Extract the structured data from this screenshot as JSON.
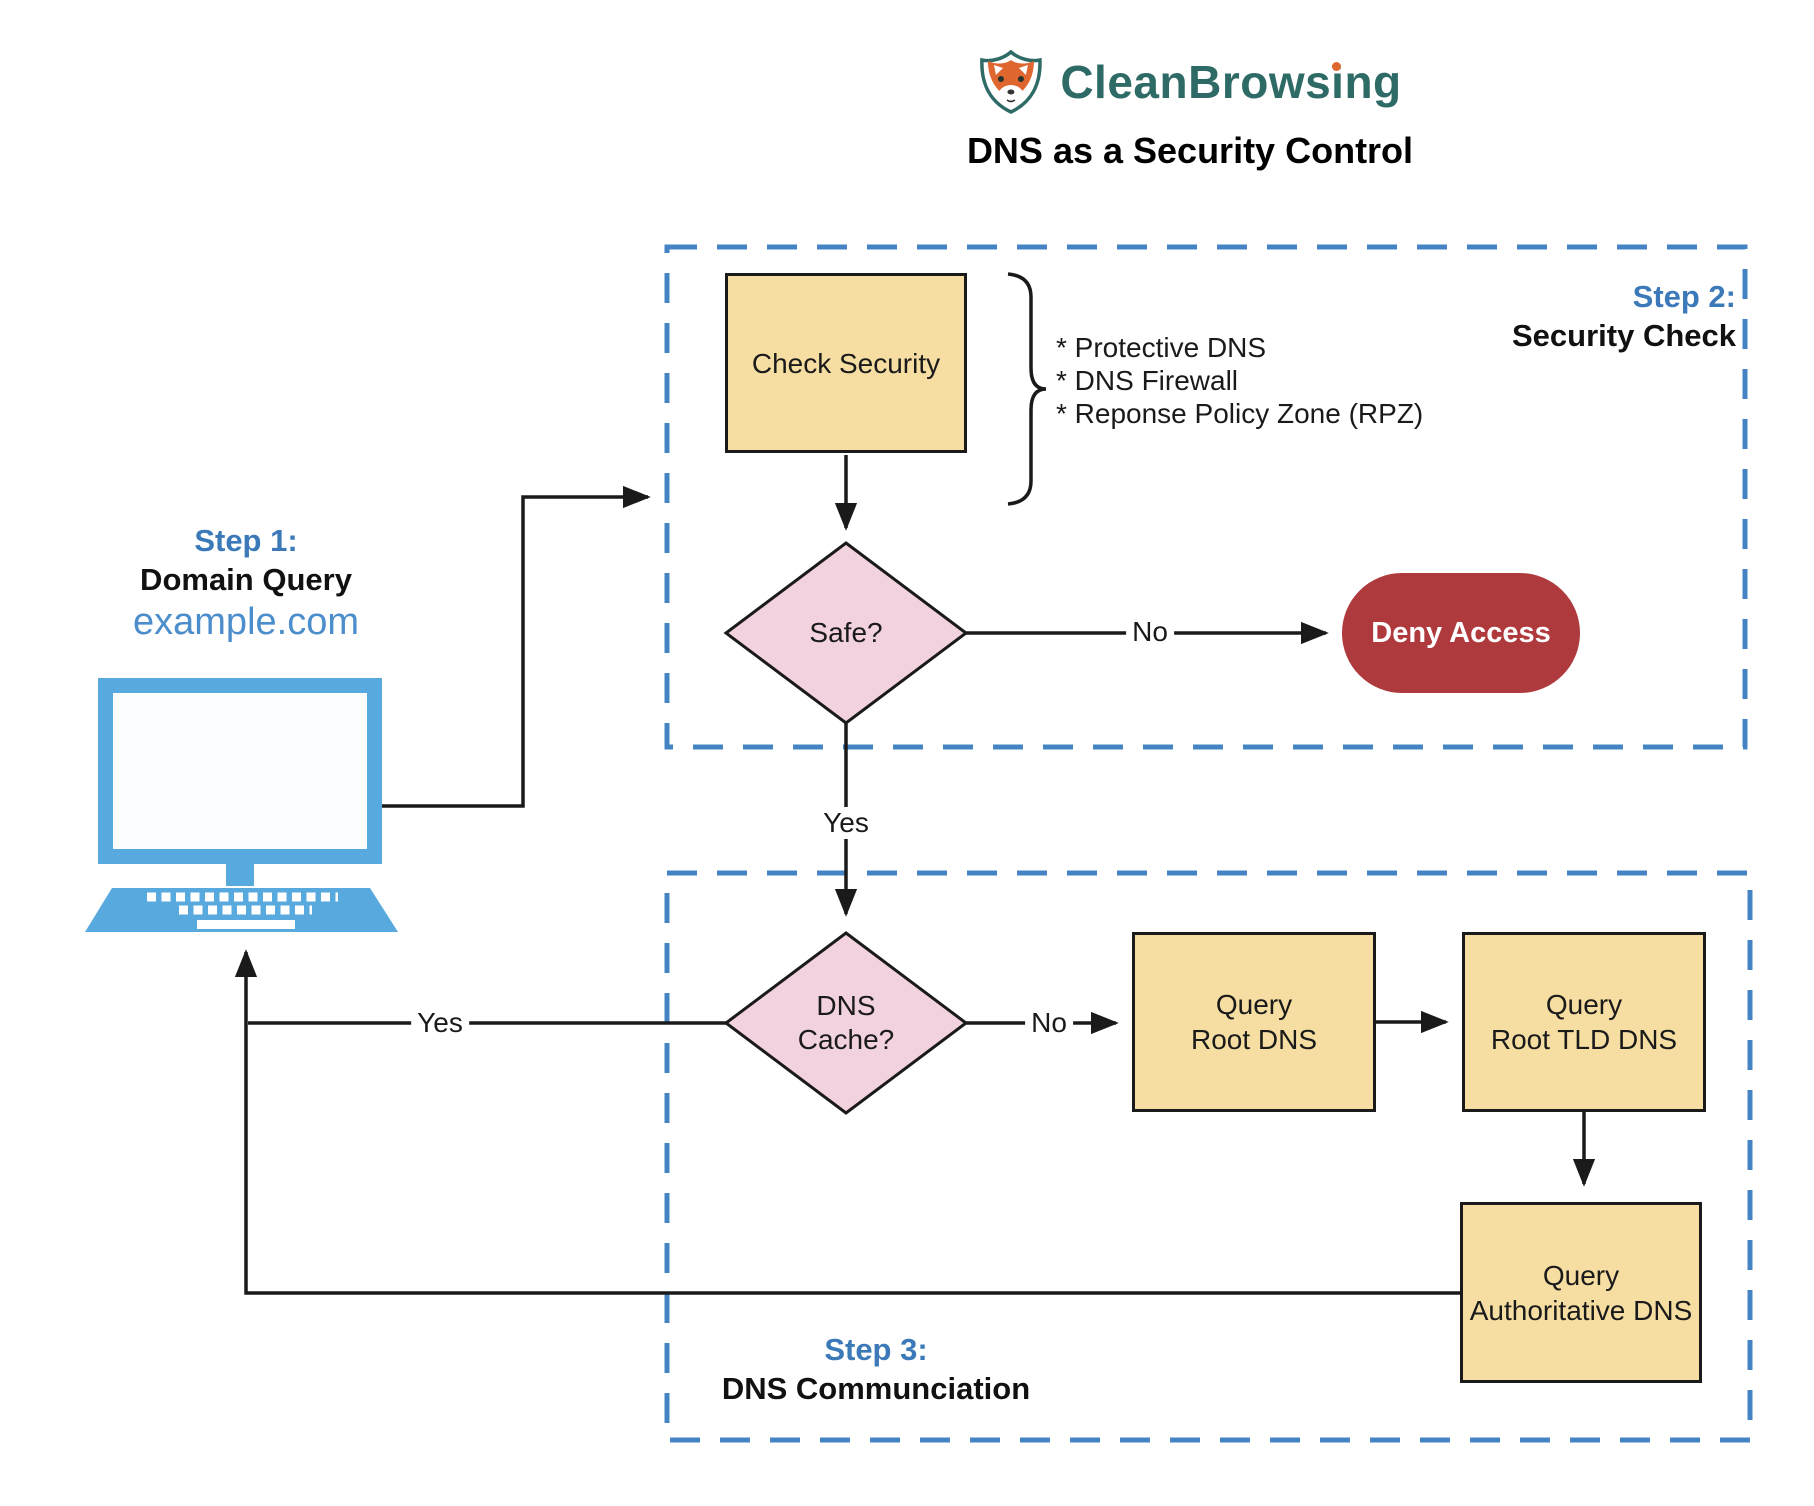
{
  "header": {
    "brand": "CleanBrowsing",
    "title": "DNS as a Security Control"
  },
  "steps": {
    "step1": {
      "label": "Step 1:",
      "name": "Domain Query",
      "domain": "example.com"
    },
    "step2": {
      "label": "Step 2:",
      "name": "Security Check"
    },
    "step3": {
      "label": "Step 3:",
      "name": "DNS Communciation"
    }
  },
  "nodes": {
    "check_security": "Check Security",
    "safe": "Safe?",
    "deny_access": "Deny Access",
    "dns_cache": "DNS\nCache?",
    "query_root": "Query\nRoot DNS",
    "query_tld": "Query\nRoot TLD DNS",
    "query_auth": "Query\nAuthoritative DNS"
  },
  "security_list": [
    "* Protective DNS",
    "* DNS Firewall",
    "* Reponse Policy Zone (RPZ)"
  ],
  "edge_labels": {
    "safe_no": "No",
    "safe_yes": "Yes",
    "cache_no": "No",
    "cache_yes": "Yes"
  },
  "colors": {
    "teal": "#2f6b66",
    "orange": "#e0662f",
    "step_blue": "#3b79b8",
    "dash_blue": "#4484c4",
    "computer_blue": "#58a9de",
    "node_yellow": "#f6dea2",
    "diamond_pink": "#f2d2df",
    "deny_red": "#af3a3d",
    "line_black": "#1a1a1a"
  }
}
